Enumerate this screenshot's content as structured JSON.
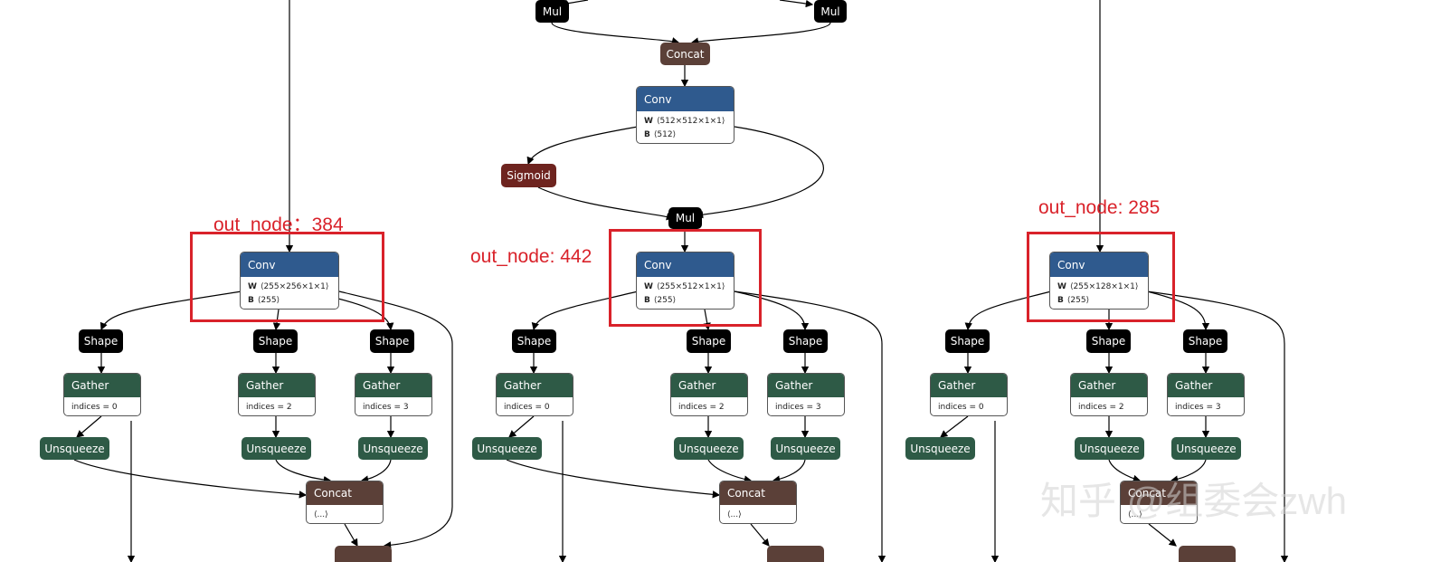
{
  "labels": {
    "cap1": "out_node：384",
    "cap2": "out_node: 442",
    "cap3": "out_node: 285"
  },
  "nodes": {
    "mul": "Mul",
    "concat": "Concat",
    "conv": "Conv",
    "sigmoid": "Sigmoid",
    "shape": "Shape",
    "gather": "Gather",
    "unsqueeze": "Unsqueeze",
    "ellipsis": "⟨...⟩"
  },
  "conv_top": {
    "w": "⟨512×512×1×1⟩",
    "b": "⟨512⟩"
  },
  "conv1": {
    "w": "⟨255×256×1×1⟩",
    "b": "⟨255⟩"
  },
  "conv2": {
    "w": "⟨255×512×1×1⟩",
    "b": "⟨255⟩"
  },
  "conv3": {
    "w": "⟨255×128×1×1⟩",
    "b": "⟨255⟩"
  },
  "attr": {
    "w_key": "W",
    "b_key": "B",
    "idx0": "indices = 0",
    "idx2": "indices = 2",
    "idx3": "indices = 3"
  },
  "watermark": "知乎 @组委会zwh"
}
